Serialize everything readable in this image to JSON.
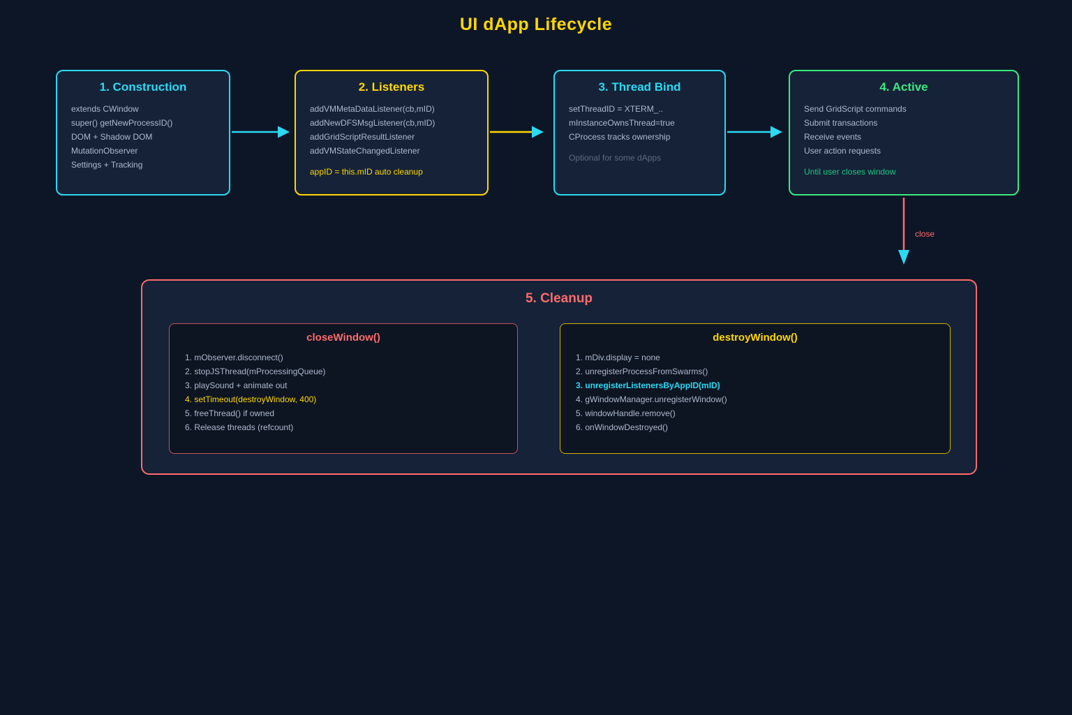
{
  "title": "UI dApp Lifecycle",
  "close_label": "close",
  "colors": {
    "background": "#0d1626",
    "box_fill": "#152238",
    "inner_fill": "#0d1422",
    "cyan": "#2bd9f3",
    "gold": "#ffd700",
    "green": "#3ce97e",
    "green_text": "#21c77c",
    "salmon": "#ff6b6b",
    "body_text": "#adbacd",
    "dim_text": "#5d6b7e",
    "close_line": "#ff6b6b"
  },
  "stages": [
    {
      "title": "1. Construction",
      "accent": "#2bd9f3",
      "lines": [
        {
          "text": "extends CWindow"
        },
        {
          "text": "super() getNewProcessID()"
        },
        {
          "text": "DOM + Shadow DOM"
        },
        {
          "text": "MutationObserver"
        },
        {
          "text": "Settings + Tracking"
        }
      ]
    },
    {
      "title": "2. Listeners",
      "accent": "#ffd700",
      "lines": [
        {
          "text": "addVMMetaDataListener(cb,mID)"
        },
        {
          "text": "addNewDFSMsgListener(cb,mID)"
        },
        {
          "text": "addGridScriptResultListener"
        },
        {
          "text": "addVMStateChangedListener"
        },
        {
          "text": "appID = this.mID auto cleanup",
          "color": "#ffd700",
          "gap": true
        }
      ]
    },
    {
      "title": "3. Thread Bind",
      "accent": "#2bd9f3",
      "lines": [
        {
          "text": "setThreadID = XTERM_.."
        },
        {
          "text": "mInstanceOwnsThread=true"
        },
        {
          "text": "CProcess tracks ownership"
        },
        {
          "text": "Optional for some dApps",
          "color": "#5d6b7e",
          "gap": true
        }
      ]
    },
    {
      "title": "4. Active",
      "accent": "#3ce97e",
      "lines": [
        {
          "text": "Send GridScript commands"
        },
        {
          "text": "Submit transactions"
        },
        {
          "text": "Receive events"
        },
        {
          "text": "User action requests"
        },
        {
          "text": "Until user closes window",
          "color": "#21c77c",
          "gap": true
        }
      ]
    }
  ],
  "cleanup": {
    "title": "5. Cleanup",
    "accent": "#ff6b6b",
    "procedures": [
      {
        "title": "closeWindow()",
        "accent": "#ff6b6b",
        "items": [
          {
            "text": "1. mObserver.disconnect()"
          },
          {
            "text": "2. stopJSThread(mProcessingQueue)"
          },
          {
            "text": "3. playSound + animate out"
          },
          {
            "text": "4. setTimeout(destroyWindow, 400)",
            "color": "#ffd700"
          },
          {
            "text": "5. freeThread() if owned"
          },
          {
            "text": "6. Release threads (refcount)"
          }
        ]
      },
      {
        "title": "destroyWindow()",
        "accent": "#ffd700",
        "items": [
          {
            "text": "1. mDiv.display = none"
          },
          {
            "text": "2. unregisterProcessFromSwarms()"
          },
          {
            "text": "3. unregisterListenersByAppID(mID)",
            "color": "#2bd9f3",
            "bold": true
          },
          {
            "text": "4. gWindowManager.unregisterWindow()"
          },
          {
            "text": "5. windowHandle.remove()"
          },
          {
            "text": "6. onWindowDestroyed()"
          }
        ]
      }
    ]
  },
  "arrows": [
    {
      "from": "construction",
      "to": "listeners",
      "line_color": "#2bd9f3",
      "head_color": "#2bd9f3"
    },
    {
      "from": "listeners",
      "to": "thread-bind",
      "line_color": "#ffd700",
      "head_color": "#2bd9f3"
    },
    {
      "from": "thread-bind",
      "to": "active",
      "line_color": "#2bd9f3",
      "head_color": "#2bd9f3"
    },
    {
      "from": "active",
      "to": "cleanup",
      "line_color": "#ff6b6b",
      "head_color": "#2bd9f3",
      "label": "close"
    }
  ]
}
